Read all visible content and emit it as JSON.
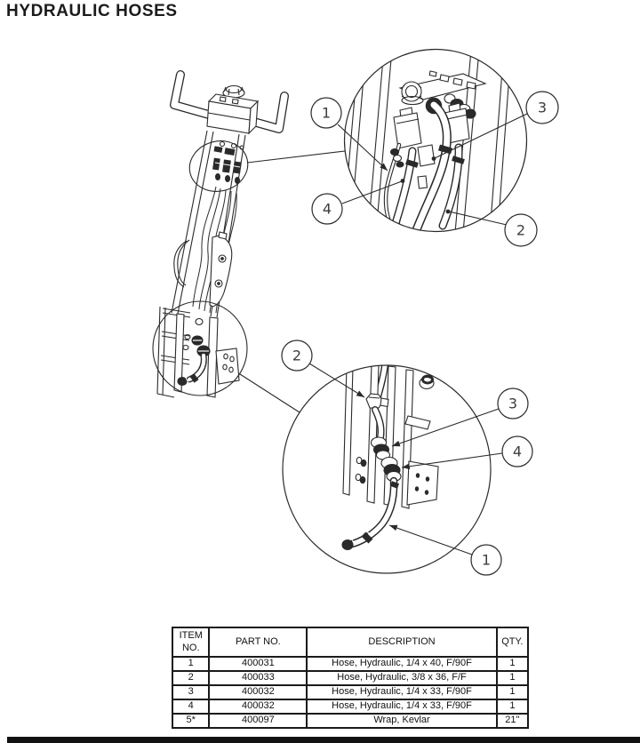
{
  "page": {
    "title": "HYDRAULIC HOSES"
  },
  "diagram": {
    "callouts": {
      "upper_1": "1",
      "upper_4": "4",
      "upper_3": "3",
      "upper_2": "2",
      "lower_2": "2",
      "lower_3": "3",
      "lower_4": "4",
      "lower_1": "1"
    }
  },
  "table": {
    "headers": [
      "ITEM NO.",
      "PART NO.",
      "DESCRIPTION",
      "QTY."
    ],
    "rows": [
      [
        "1",
        "400031",
        "Hose, Hydraulic, 1/4 x 40, F/90F",
        "1"
      ],
      [
        "2",
        "400033",
        "Hose, Hydraulic, 3/8 x 36, F/F",
        "1"
      ],
      [
        "3",
        "400032",
        "Hose, Hydraulic, 1/4 x 33, F/90F",
        "1"
      ],
      [
        "4",
        "400032",
        "Hose, Hydraulic, 1/4 x 33, F/90F",
        "1"
      ],
      [
        "5*",
        "400097",
        "Wrap, Kevlar",
        "21\""
      ]
    ]
  },
  "colors": {
    "line": "#2a2a2a",
    "title_text": "#1b1b1b",
    "footer_bar": "#111111"
  }
}
